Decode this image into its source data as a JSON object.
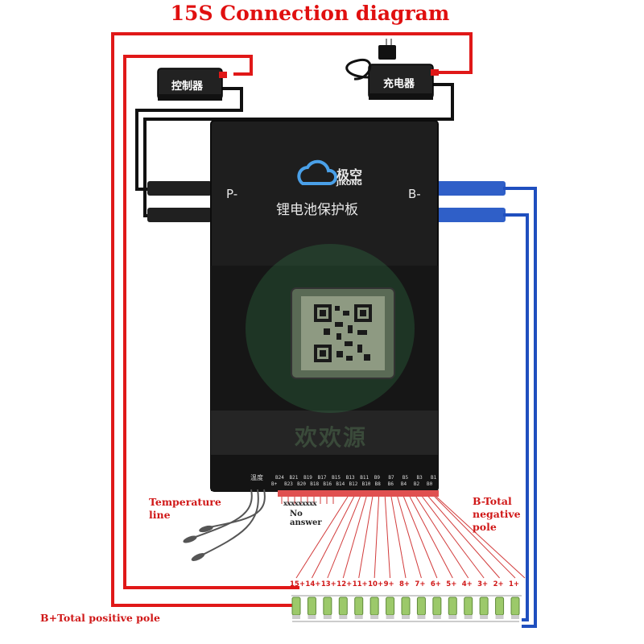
{
  "title": "15S Connection diagram",
  "devices": {
    "controller": "控制器",
    "charger": "充电器"
  },
  "bms": {
    "brand": "极空",
    "brand_sub": "JIKONG",
    "name": "锂电池保护板",
    "p_minus": "P-",
    "b_minus": "B-",
    "temp_port": "温度",
    "watermark": "欢欢源",
    "pins_top": [
      "B24",
      "B21",
      "B19",
      "B17",
      "B15",
      "B13",
      "B11",
      "B9",
      "B7",
      "B5",
      "B3",
      "B1"
    ],
    "pins_bottom": [
      "B+",
      "B23",
      "B20",
      "B18",
      "B16",
      "B14",
      "B12",
      "B10",
      "B8",
      "B6",
      "B4",
      "B2",
      "B0"
    ]
  },
  "annotations": {
    "temperature": "Temperature line",
    "no_answer_marks": "xxxxxxxxx",
    "no_answer": "No answer",
    "b_total_negative": "B-Total negative pole",
    "b_total_positive": "B+Total positive pole"
  },
  "cells": [
    "15+",
    "14+",
    "13+",
    "12+",
    "11+",
    "10+",
    "9+",
    "8+",
    "7+",
    "6+",
    "5+",
    "4+",
    "3+",
    "2+",
    "1+"
  ],
  "colors": {
    "title": "#e01010",
    "positive_wire": "#e01818",
    "negative_wire": "#1f4fbf",
    "bms_body": "#1b1b1b",
    "cell": "#9cc96a"
  }
}
